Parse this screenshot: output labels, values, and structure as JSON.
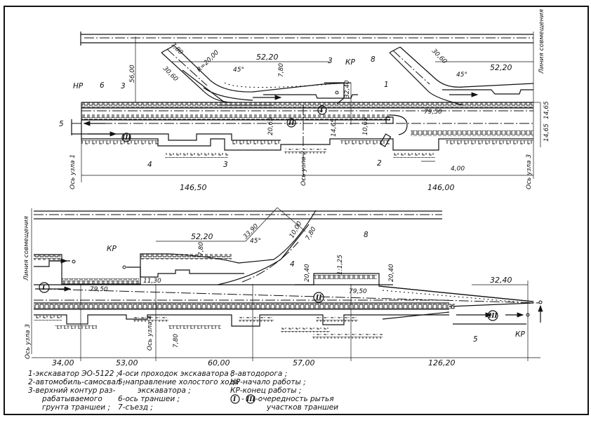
{
  "top_plan": {
    "labels": {
      "start": "НР",
      "end": "КР",
      "marker_6": "6",
      "marker_3a": "3",
      "marker_3b": "3",
      "marker_3c": "3",
      "marker_4": "4",
      "marker_5": "5",
      "marker_8": "8",
      "marker_1": "1",
      "marker_2": "2",
      "stage_1": "I",
      "stage_2": "II",
      "stage_3": "III",
      "combination_line": "Линия совмещения",
      "axis_node_1": "Ось узла 1",
      "axis_node_2": "Ось узла 2",
      "axis_node_3": "Ось узла 3"
    },
    "dimensions": {
      "d_56": "56,00",
      "d_780a": "7,80",
      "d_3060a": "30,60",
      "radius": "R=20,00",
      "angle_a": "45°",
      "d_5220a": "52,20",
      "d_780b": "7,80",
      "d_3240": "32,40",
      "d_3060b": "30,60",
      "angle_b": "45°",
      "d_5220b": "52,20",
      "elev": "79,50",
      "d_1465a": "14,65",
      "d_1465b": "14,65",
      "d_2065": "20,65",
      "d_1465c": "14,65",
      "d_1065": "10,65",
      "d_400": "4,00",
      "d_14650": "146,50",
      "d_14600": "146,00"
    }
  },
  "bottom_plan": {
    "labels": {
      "end_a": "КР",
      "end_b": "КР",
      "marker_4": "4",
      "marker_5": "5",
      "marker_8": "8",
      "stage_1": "I",
      "stage_2": "II",
      "stage_3": "III",
      "combination_line": "Линия совмещения",
      "axis_node_3": "Ось узла 3",
      "axis_node_4": "Ось узла 4"
    },
    "dimensions": {
      "d_3390": "33,90",
      "angle": "45°",
      "d_1000": "10,00",
      "d_780a": "7,80",
      "d_5220": "52,20",
      "d_780b": "7,80",
      "d_1130": "11,30",
      "d_2040a": "20,40",
      "slope": "1:1,25",
      "d_2040b": "20,40",
      "elev_a": "79,50",
      "elev_b": "79,50",
      "d_3240": "32,40",
      "d_780c": "7,80",
      "d_3400": "34,00",
      "d_5300": "53,00",
      "d_6000": "60,00",
      "d_5700": "57,00",
      "d_12620": "126,20"
    }
  },
  "legend": {
    "col1": [
      "1-экскаватор ЭО-5122 ;",
      "2-автомобиль-самосвал ;",
      "3-верхний контур раз-",
      "рабатываемого",
      "грунта траншеи ;"
    ],
    "col2": [
      "4-оси проходок экскаватора ;",
      "5-направление холостого хода",
      "экскаватора ;",
      "6-ось траншеи ;",
      "7-съезд ;"
    ],
    "col3": [
      "8-автодорога ;",
      "НР-начало работы ;",
      "КР-конец работы ;",
      "-очередность рытья",
      "участков траншеи"
    ],
    "legend_roman_1": "I",
    "legend_roman_3": "III",
    "legend_dash": "-"
  }
}
